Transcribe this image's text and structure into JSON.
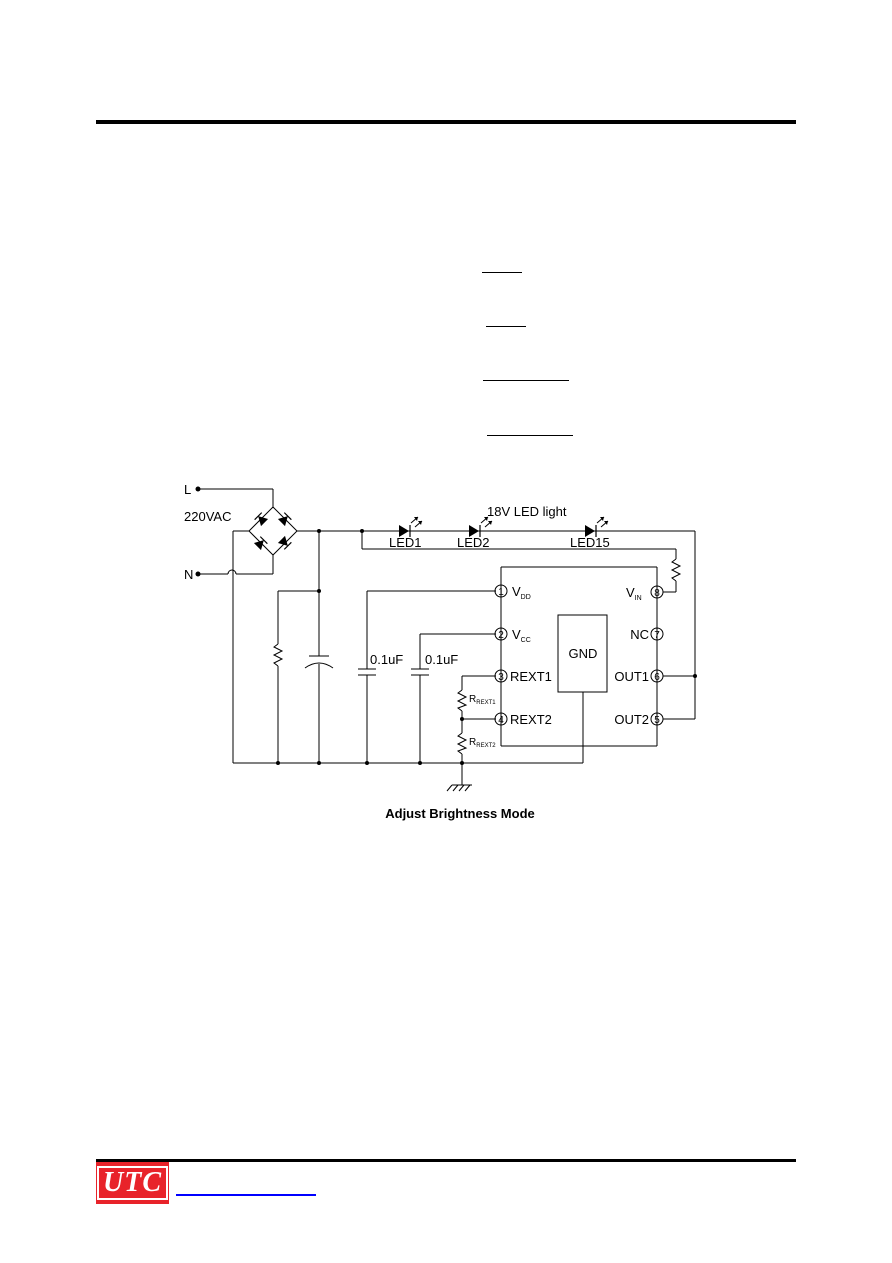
{
  "schematic": {
    "inputs": {
      "line": "L",
      "neutral": "N",
      "supply": "220VAC"
    },
    "led_string": {
      "label": "18V LED light",
      "leds": [
        "LED1",
        "LED2",
        "LED15"
      ]
    },
    "capacitors": [
      "0.1uF",
      "0.1uF"
    ],
    "resistors": {
      "rext1": "R",
      "rext1_sub": "REXT1",
      "rext2": "R",
      "rext2_sub": "REXT2"
    },
    "chip": {
      "gnd": "GND",
      "pins": [
        {
          "num": "1",
          "name": "V",
          "sub": "DD"
        },
        {
          "num": "2",
          "name": "V",
          "sub": "CC"
        },
        {
          "num": "3",
          "name": "REXT1",
          "sub": ""
        },
        {
          "num": "4",
          "name": "REXT2",
          "sub": ""
        },
        {
          "num": "5",
          "name": "OUT2",
          "sub": ""
        },
        {
          "num": "6",
          "name": "OUT1",
          "sub": ""
        },
        {
          "num": "7",
          "name": "NC",
          "sub": ""
        },
        {
          "num": "8",
          "name": "V",
          "sub": "IN"
        }
      ]
    },
    "caption": "Adjust Brightness Mode"
  },
  "footer": {
    "logo": "UTC"
  }
}
